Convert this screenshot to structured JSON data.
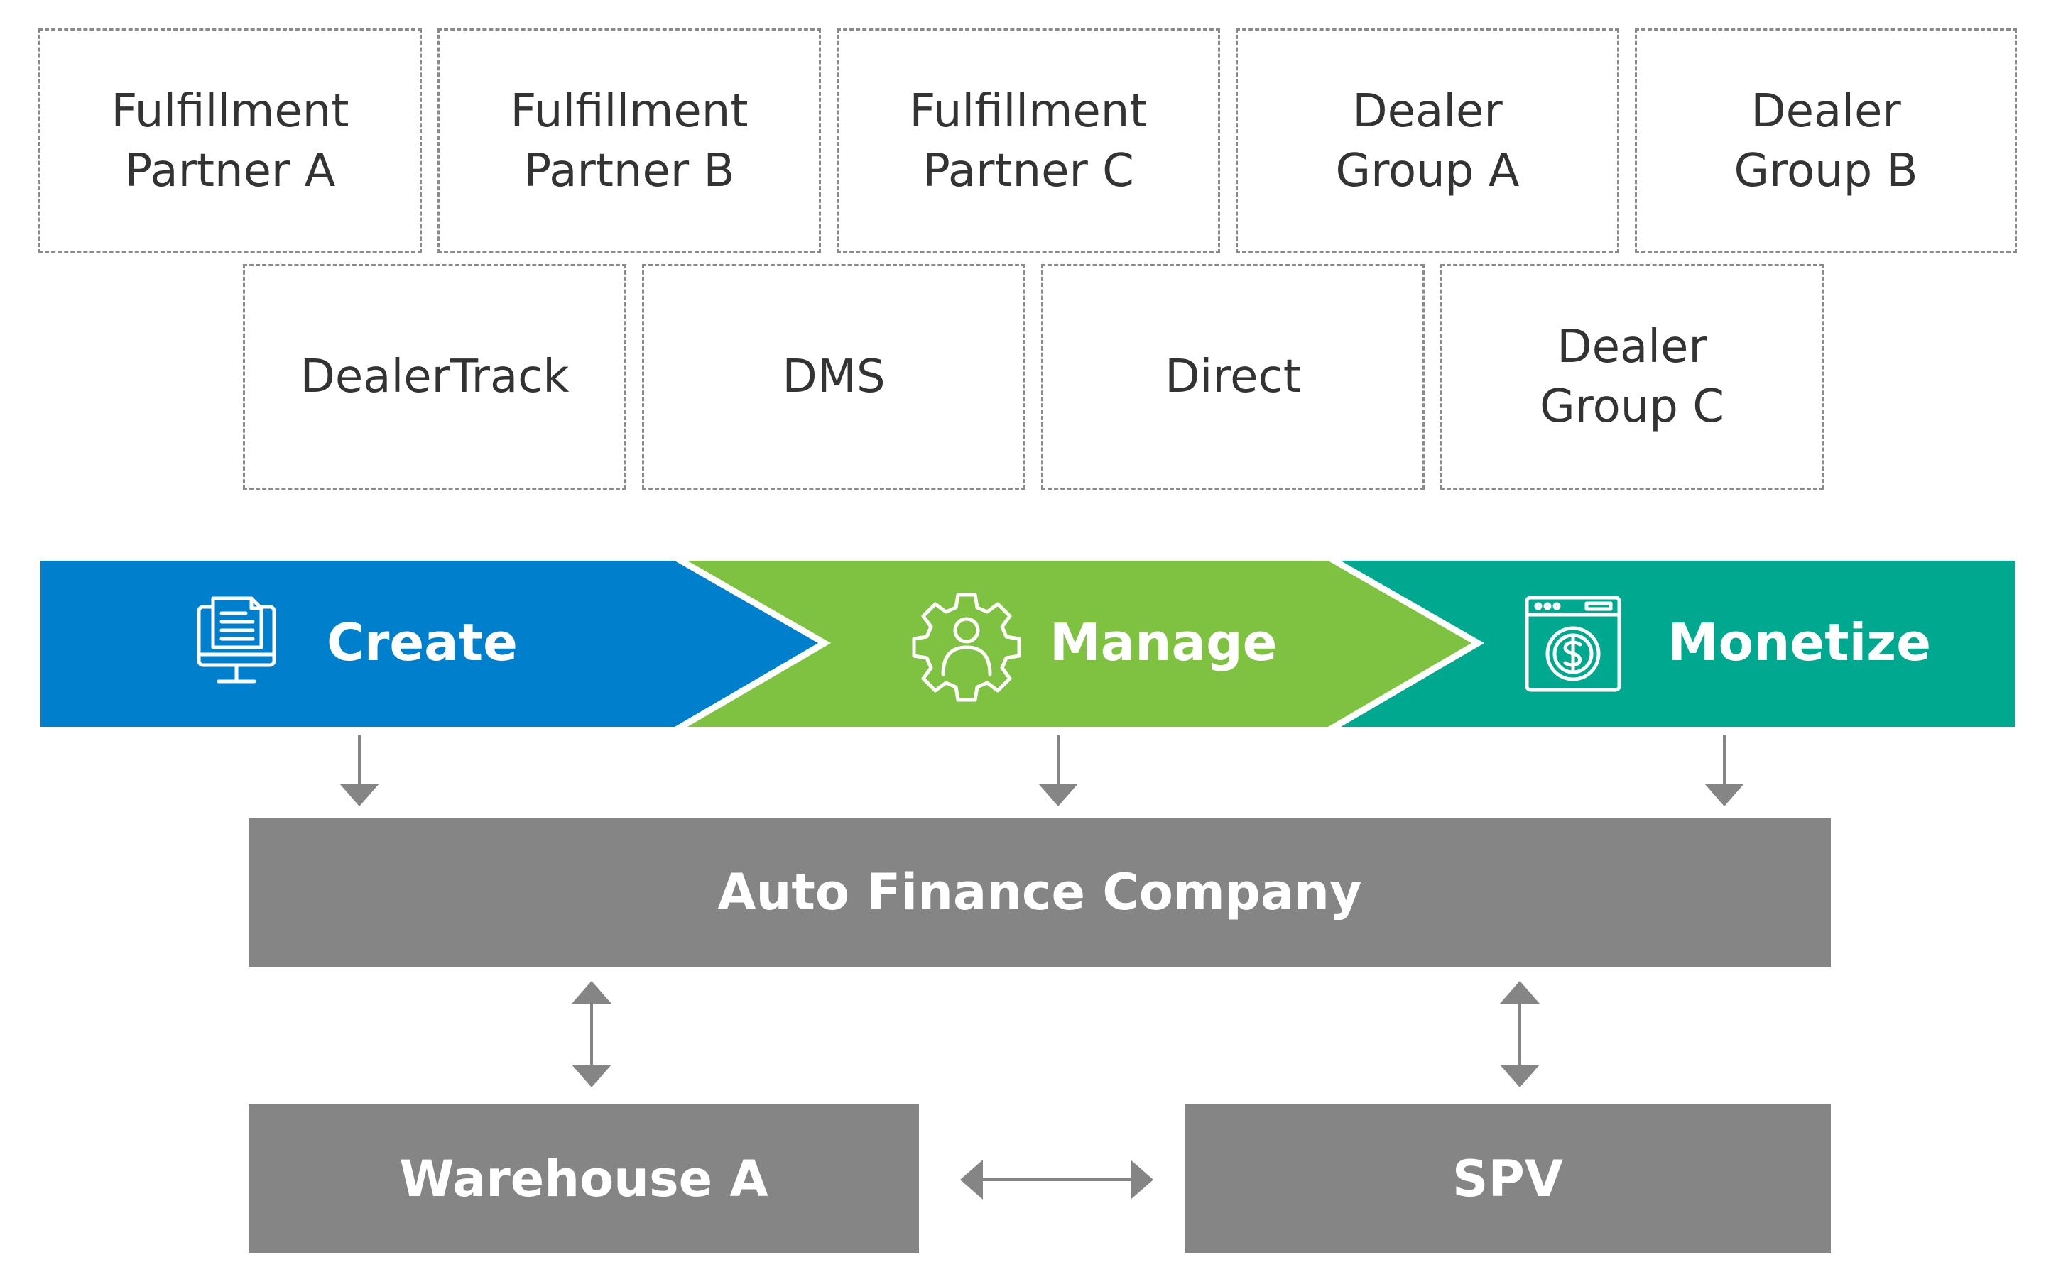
{
  "sources": {
    "top_row": [
      {
        "id": "fulfillment-partner-a",
        "label": "Fulfillment\nPartner A"
      },
      {
        "id": "fulfillment-partner-b",
        "label": "Fulfillment\nPartner B"
      },
      {
        "id": "fulfillment-partner-c",
        "label": "Fulfillment\nPartner C"
      },
      {
        "id": "dealer-group-a",
        "label": "Dealer\nGroup A"
      },
      {
        "id": "dealer-group-b",
        "label": "Dealer\nGroup B"
      }
    ],
    "bottom_row": [
      {
        "id": "dealertrack",
        "label": "DealerTrack"
      },
      {
        "id": "dms",
        "label": "DMS"
      },
      {
        "id": "direct",
        "label": "Direct"
      },
      {
        "id": "dealer-group-c",
        "label": "Dealer\nGroup C"
      }
    ]
  },
  "stages": [
    {
      "label": "Create",
      "icon": "monitor-document-icon",
      "color": "#0080cc"
    },
    {
      "label": "Manage",
      "icon": "gear-person-icon",
      "color": "#7fc241"
    },
    {
      "label": "Monetize",
      "icon": "browser-dollar-icon",
      "color": "#00a88f"
    }
  ],
  "entities": {
    "company": "Auto Finance Company",
    "warehouse": "Warehouse A",
    "spv": "SPV"
  },
  "colors": {
    "box_border": "#8a8a8a",
    "box_text": "#333333",
    "entity_fill": "#858585",
    "connector": "#858585"
  }
}
